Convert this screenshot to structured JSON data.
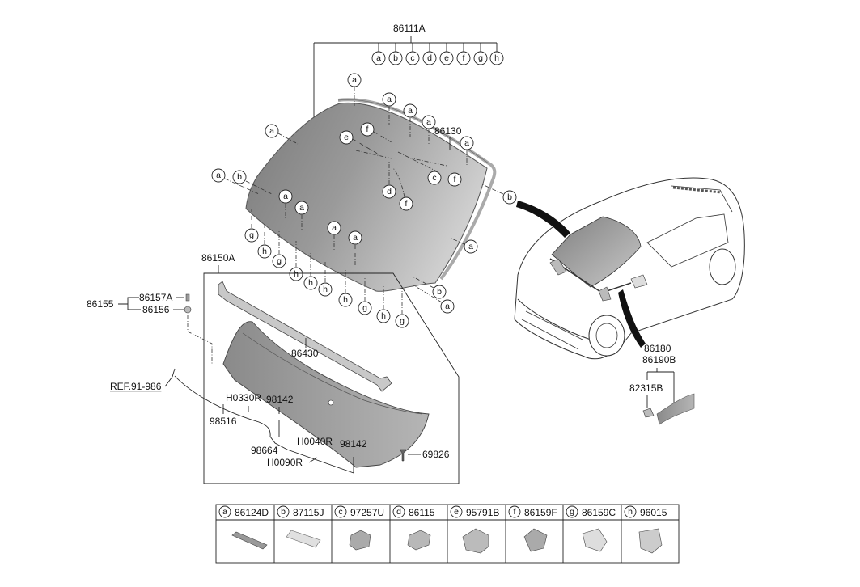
{
  "labels": {
    "windshield_assembly": "86111A",
    "moulding": "86130",
    "cowl_assembly": "86150A",
    "cowl_group": "86155",
    "clip_a": "86157A",
    "clip_b": "86156",
    "cowl_panel": "86430",
    "reference": "REF.91-986",
    "hose_a": "H0330R",
    "nozzle_a": "98142",
    "hose_main": "98516",
    "hose_b": "H0040R",
    "nozzle_b": "98142",
    "connector": "98664",
    "hose_c": "H0090R",
    "screw": "69826",
    "mirror_a": "86180",
    "mirror_b": "86190B",
    "clip_c": "82315B"
  },
  "callout_letters": [
    "a",
    "b",
    "c",
    "d",
    "e",
    "f",
    "g",
    "h"
  ],
  "legend": [
    {
      "letter": "a",
      "part": "86124D"
    },
    {
      "letter": "b",
      "part": "87115J"
    },
    {
      "letter": "c",
      "part": "97257U"
    },
    {
      "letter": "d",
      "part": "86115"
    },
    {
      "letter": "e",
      "part": "95791B"
    },
    {
      "letter": "f",
      "part": "86159F"
    },
    {
      "letter": "g",
      "part": "86159C"
    },
    {
      "letter": "h",
      "part": "96015"
    }
  ]
}
